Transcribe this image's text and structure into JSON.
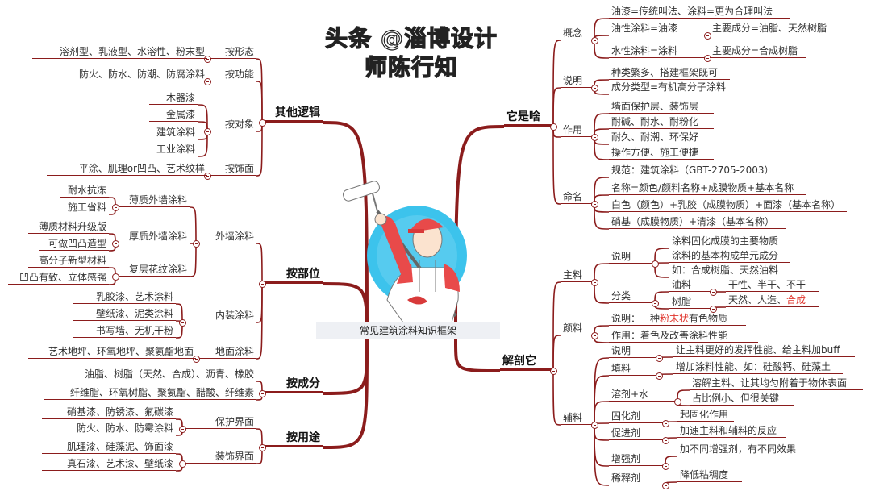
{
  "center": {
    "title": "常见建筑涂料知识框架"
  },
  "watermark": "头条 @淄博设计师陈行知",
  "colors": {
    "branch": "#8b1c1c",
    "highlight": "#e0342c",
    "circle": "#3cc3ec"
  },
  "left": [
    {
      "label": "其他逻辑",
      "children": [
        {
          "label": "按形态",
          "children": [
            "溶剂型、乳液型、水溶性、粉末型"
          ]
        },
        {
          "label": "按功能",
          "children": [
            "防火、防水、防潮、防腐涂料"
          ]
        },
        {
          "label": "按对象",
          "children": [
            "木器漆",
            "金属漆",
            "建筑涂料",
            "工业涂料"
          ]
        },
        {
          "label": "按饰面",
          "children": [
            "平涂、肌理or凹凸、艺术纹样"
          ]
        }
      ]
    },
    {
      "label": "按部位",
      "children": [
        {
          "label": "外墙涂料",
          "children": [
            {
              "label": "薄质外墙涂料",
              "children": [
                "耐水抗冻",
                "施工省料"
              ]
            },
            {
              "label": "厚质外墙涂料",
              "children": [
                "薄质材料升级版",
                "可做凹凸造型"
              ]
            },
            {
              "label": "复层花纹涂料",
              "children": [
                "高分子新型材料",
                "凹凸有致、立体感强"
              ]
            }
          ]
        },
        {
          "label": "内装涂料",
          "children": [
            "乳胶漆、艺术涂料",
            "壁纸漆、泥类涂料",
            "书写墙、无机干粉"
          ]
        },
        {
          "label": "地面涂料",
          "children": [
            "艺术地坪、环氧地坪、聚氨酯地面"
          ]
        }
      ]
    },
    {
      "label": "按成分",
      "children": [
        "油脂、树脂（天然、合成）、沥青、橡胶",
        "纤维脂、环氧树脂、聚氨酯、醋酸、纤维素"
      ]
    },
    {
      "label": "按用途",
      "children": [
        {
          "label": "保护界面",
          "children": [
            "硝基漆、防锈漆、氟碳漆",
            "防火、防水、防霉涂料"
          ]
        },
        {
          "label": "装饰界面",
          "children": [
            "肌理漆、硅藻泥、饰面漆",
            "真石漆、艺术漆、壁纸漆"
          ]
        }
      ]
    }
  ],
  "right": [
    {
      "label": "它是啥",
      "children": [
        {
          "label": "概念",
          "children": [
            "油漆=传统叫法、涂料=更为合理叫法",
            {
              "label": "油性涂料=油漆",
              "children": [
                "主要成分=油脂、天然树脂"
              ]
            },
            {
              "label": "水性涂料=涂料",
              "children": [
                "主要成分=合成树脂"
              ]
            }
          ]
        },
        {
          "label": "说明",
          "children": [
            "种类繁多、搭建框架既可",
            "成分类型=有机高分子涂料"
          ]
        },
        {
          "label": "作用",
          "children": [
            "墙面保护层、装饰层",
            "耐碱、耐水、耐粉化",
            "耐久、耐潮、环保好",
            "操作方便、施工便捷"
          ]
        },
        {
          "label": "命名",
          "children": [
            "规范：建筑涂料（GBT-2705-2003）",
            "名称=颜色/颜料名称+成膜物质+基本名称",
            "白色（颜色）+乳胶（成膜物质）+面漆（基本名称）",
            "硝基（成膜物质）+清漆（基本名称）"
          ]
        }
      ]
    },
    {
      "label": "解剖它",
      "children": [
        {
          "label": "主料",
          "children": [
            {
              "label": "说明",
              "children": [
                "涂料固化成膜的主要物质",
                "涂料的基本构成单元成分",
                "如：合成树脂、天然油料"
              ]
            },
            {
              "label": "分类",
              "children": [
                {
                  "label": "油料",
                  "children": [
                    "干性、半干、不干"
                  ]
                },
                {
                  "label": "树脂",
                  "children": [
                    [
                      {
                        "t": "天然、人造、"
                      },
                      {
                        "t": "合成",
                        "red": true
                      }
                    ]
                  ]
                }
              ]
            }
          ]
        },
        {
          "label": "颜料",
          "children": [
            [
              {
                "t": "说明：一种"
              },
              {
                "t": "粉末状",
                "red": true
              },
              {
                "t": "有色物质"
              }
            ],
            "作用：着色及改善涂料性能"
          ]
        },
        {
          "label": "辅料",
          "children": [
            {
              "label": "说明",
              "children": [
                "让主料更好的发挥性能、给主料加buff"
              ]
            },
            {
              "label": "填料",
              "children": [
                "增加涂料性能、如：硅酸钙、硅藻土"
              ]
            },
            {
              "label": "溶剂+水",
              "children": [
                "溶解主料、让其均匀附着于物体表面",
                "占比例小、但很关键"
              ]
            },
            {
              "label": "固化剂",
              "children": [
                "起固化作用"
              ]
            },
            {
              "label": "促进剂",
              "children": [
                "加速主料和辅料的反应"
              ]
            },
            {
              "label": "增强剂",
              "children": [
                "加不同增强剂，有不同效果"
              ]
            },
            {
              "label": "稀释剂",
              "children": [
                "降低粘稠度"
              ]
            }
          ]
        }
      ]
    }
  ]
}
